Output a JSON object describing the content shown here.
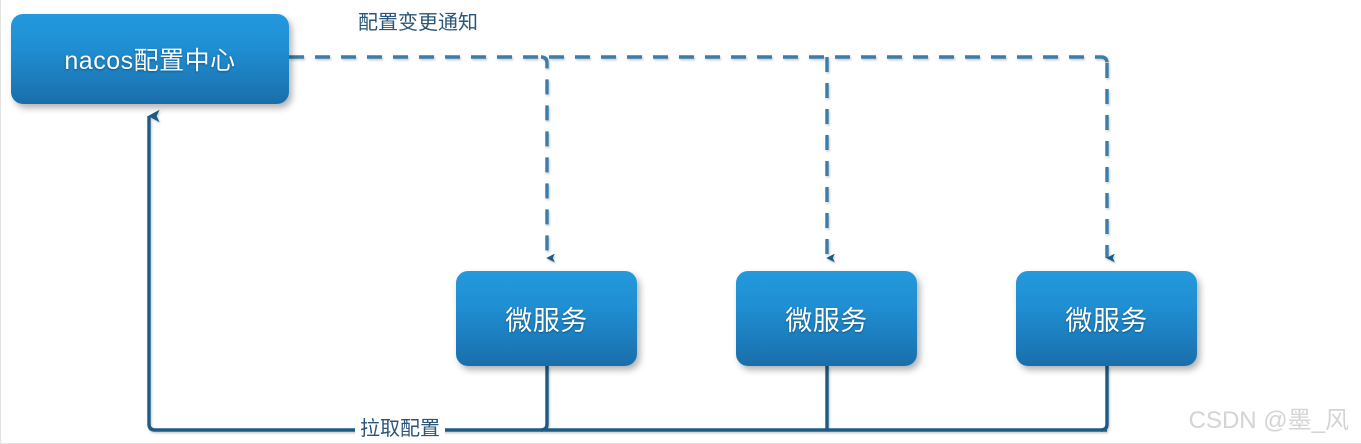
{
  "diagram": {
    "title": "nacos config center push/pull flow",
    "background": "#ffffff",
    "node_fill_top": "#2499dd",
    "node_fill_bottom": "#1a6ea9",
    "dashed_edge_color": "#3a7ca8",
    "solid_edge_color": "#1f5c84",
    "label_color": "#28557a"
  },
  "nodes": {
    "config_center": {
      "label": "nacos配置中心"
    },
    "microservices": [
      {
        "label": "微服务"
      },
      {
        "label": "微服务"
      },
      {
        "label": "微服务"
      }
    ]
  },
  "edges": {
    "notify": {
      "label": "配置变更通知",
      "style": "dashed",
      "direction": "config-center-to-microservices"
    },
    "pull": {
      "label": "拉取配置",
      "style": "solid",
      "direction": "microservices-to-config-center"
    }
  },
  "watermark": {
    "text": "CSDN @墨_风"
  }
}
